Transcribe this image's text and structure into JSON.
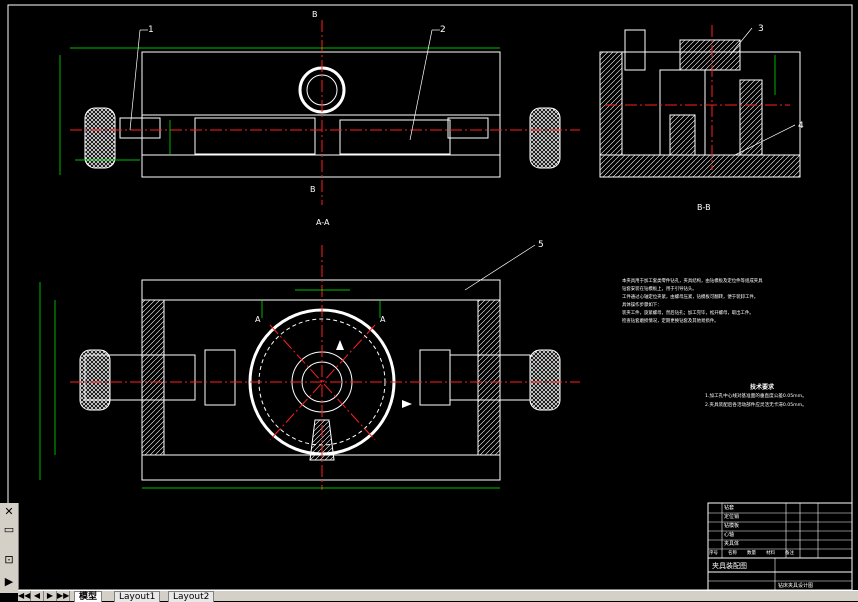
{
  "drawing": {
    "part_labels": [
      "1",
      "2",
      "3",
      "4",
      "5"
    ],
    "section_marks": {
      "b_top": "B",
      "b_bottom": "B",
      "a_left": "A",
      "a_right": "A"
    },
    "view_titles": {
      "front": "A-A",
      "side": "B-B"
    },
    "tech_notes": [
      "本夹具用于加工套类零件钻孔，夹具结构，由钻模板及定位件等组成夹具",
      "钻套安装在钻模板上，用于引导钻头。",
      "工件通过心轴定位夹紧，由螺母压紧，钻模板可翻转，便于装卸工件。",
      "具体操作步骤如下：",
      "装夹工件，旋紧螺母，然后钻孔；加工完毕，松开螺母，取出工件。",
      "检查钻套磨损情况，定期更换钻套及其他易损件。"
    ],
    "requirements_title": "技术要求",
    "requirements": [
      "1.加工孔中心线对基准面的垂直度公差0.05mm。",
      "2.夹具装配后各活动部件应灵活无卡滞0.05mm。"
    ],
    "title_block": {
      "rows": [
        "钻套",
        "定位销",
        "钻模板",
        "心轴",
        "夹具体"
      ],
      "header": [
        "序号",
        "名称",
        "数量",
        "材料",
        "备注"
      ],
      "drawing_name": "夹具装配图",
      "footer": "钻床夹具设计图"
    }
  },
  "toolbar": {
    "buttons": [
      "✕",
      "▭",
      "⊡",
      "▶"
    ]
  },
  "tabs": {
    "nav": [
      "◀◀",
      "◀",
      "▶",
      "▶▶"
    ],
    "items": [
      "模型",
      "Layout1",
      "Layout2"
    ],
    "active": "模型"
  },
  "colors": {
    "background": "#000000",
    "lines": "#ffffff",
    "center": "#ff2020",
    "dimension": "#00ff00",
    "hatch": "#ffffff"
  }
}
